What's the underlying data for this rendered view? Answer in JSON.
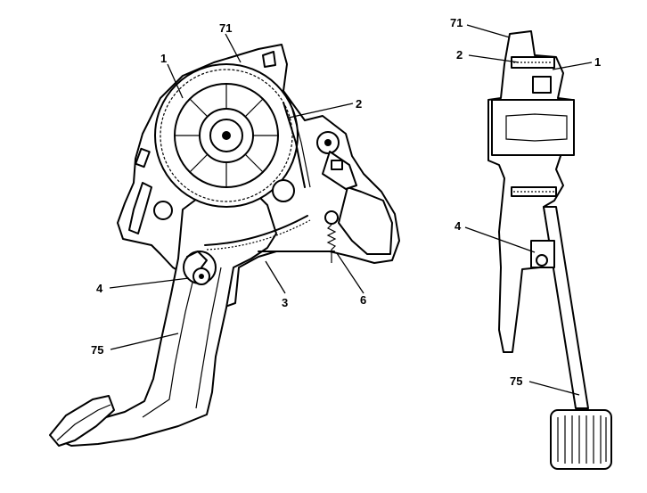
{
  "callouts": {
    "left": {
      "c71": "71",
      "c1": "1",
      "c2": "2",
      "c4": "4",
      "c3": "3",
      "c6": "6",
      "c75": "75"
    },
    "right": {
      "c71": "71",
      "c2": "2",
      "c1": "1",
      "c4": "4",
      "c75": "75"
    }
  }
}
